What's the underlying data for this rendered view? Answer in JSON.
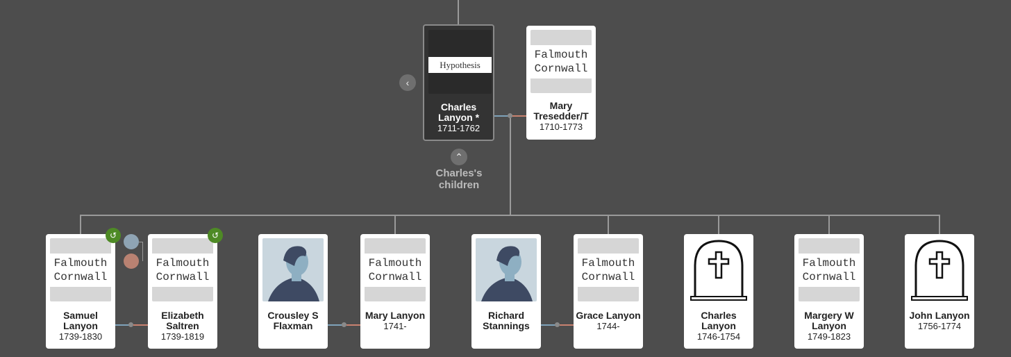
{
  "focus": {
    "name": "Charles Lanyon *",
    "years": "1711-1762",
    "image_label": "Hypothesis"
  },
  "spouse": {
    "name": "Mary Tresedder/T",
    "years": "1710-1773",
    "place": [
      "Falmouth",
      "Cornwall"
    ]
  },
  "children_label": "Charles's children",
  "children": [
    {
      "name": "Samuel Lanyon",
      "years": "1739-1830",
      "image": "place",
      "place": [
        "Falmouth",
        "Cornwall"
      ],
      "hint": true
    },
    {
      "name": "Elizabeth Saltren",
      "years": "1739-1819",
      "image": "place",
      "place": [
        "Falmouth",
        "Cornwall"
      ],
      "hint": true
    },
    {
      "name": "Crousley S Flaxman",
      "years": "",
      "image": "avatar"
    },
    {
      "name": "Mary Lanyon",
      "years": "1741-",
      "image": "place",
      "place": [
        "Falmouth",
        "Cornwall"
      ]
    },
    {
      "name": "Richard Stannings",
      "years": "",
      "image": "avatar"
    },
    {
      "name": "Grace Lanyon",
      "years": "1744-",
      "image": "place",
      "place": [
        "Falmouth",
        "Cornwall"
      ]
    },
    {
      "name": "Charles Lanyon",
      "years": "1746-1754",
      "image": "headstone"
    },
    {
      "name": "Margery W Lanyon",
      "years": "1749-1823",
      "image": "place",
      "place": [
        "Falmouth",
        "Cornwall"
      ]
    },
    {
      "name": "John Lanyon",
      "years": "1756-1774",
      "image": "headstone"
    }
  ],
  "colors": {
    "background": "#4d4d4d",
    "hint": "#4e8a25",
    "male_line": "#7fa3bb",
    "female_line": "#c98270"
  }
}
